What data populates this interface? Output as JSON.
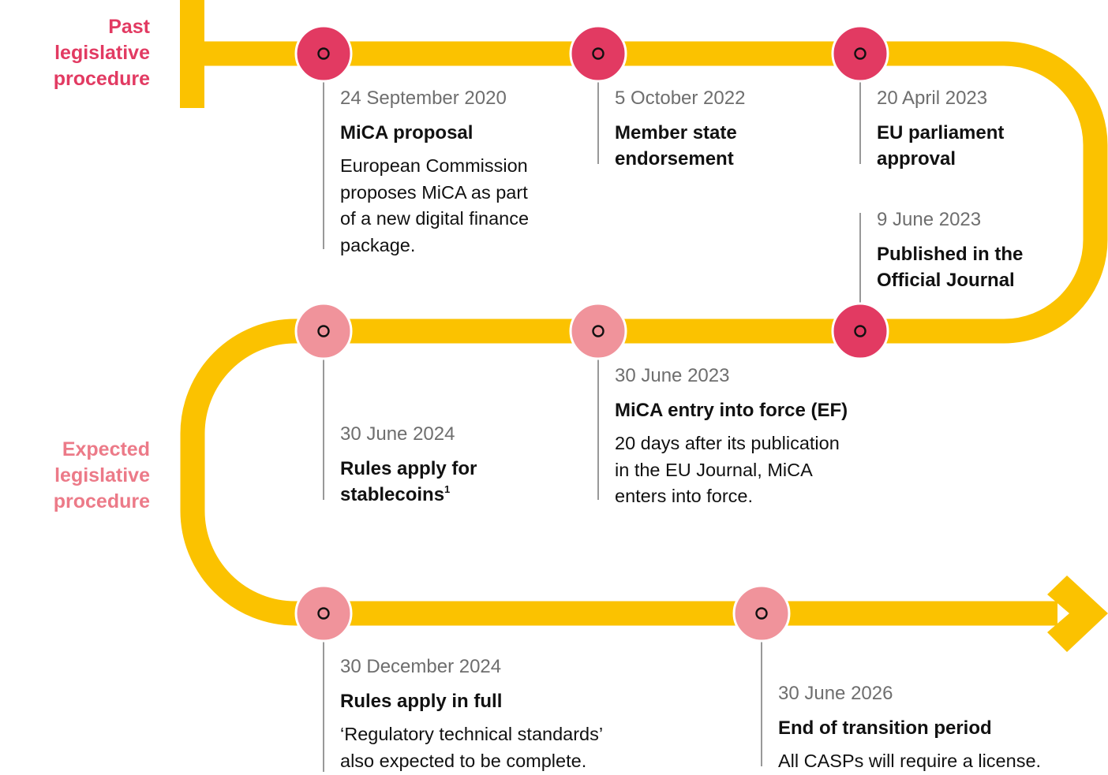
{
  "colors": {
    "track": "#FBC200",
    "past_node": "#E23A62",
    "expected_node": "#F0939B",
    "past_label": "#E23A62",
    "expected_label": "#EC7A88",
    "date_text": "#6E6E6E",
    "body_text": "#111111"
  },
  "phases": {
    "past": [
      "Past",
      "legislative",
      "procedure"
    ],
    "expected": [
      "Expected",
      "legislative",
      "procedure"
    ]
  },
  "events": [
    {
      "date": "24 September 2020",
      "title": [
        "MiCA proposal"
      ],
      "description": [
        "European Commission",
        "proposes MiCA as part",
        "of a new digital finance",
        "package."
      ]
    },
    {
      "date": "5 October 2022",
      "title": [
        "Member state",
        "endorsement"
      ],
      "description": []
    },
    {
      "date": "20 April 2023",
      "title": [
        "EU parliament",
        "approval"
      ],
      "description": []
    },
    {
      "date": "9 June 2023",
      "title": [
        "Published in the",
        "Official Journal"
      ],
      "description": []
    },
    {
      "date": "30 June 2023",
      "title": [
        "MiCA entry into force (EF)"
      ],
      "description": [
        "20 days after its publication",
        "in the EU Journal, MiCA",
        "enters into force."
      ]
    },
    {
      "date": "30 June 2024",
      "title": [
        "Rules apply for",
        "stablecoins"
      ],
      "footnote_marker": "1",
      "description": []
    },
    {
      "date": "30 December 2024",
      "title": [
        "Rules apply in full"
      ],
      "description": [
        "‘Regulatory technical standards’",
        "also expected to be complete."
      ]
    },
    {
      "date": "30 June 2026",
      "title": [
        "End of transition period"
      ],
      "description": [
        "All CASPs will require a license."
      ]
    }
  ]
}
